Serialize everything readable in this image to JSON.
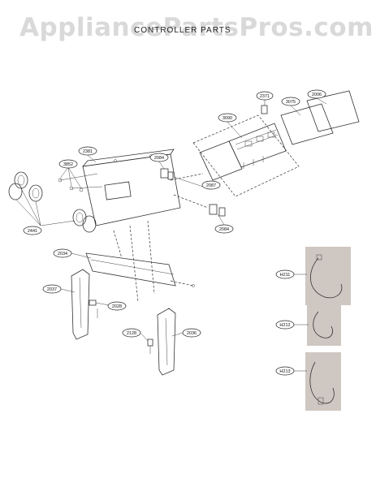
{
  "watermark": "AppliancePartsPros.com",
  "title": "CONTROLLER PARTS",
  "callouts": {
    "c2371": "2371",
    "c2006": "2006",
    "c3075": "3075",
    "c3090": "3090",
    "c2381": "2381",
    "c2084a": "2084",
    "c3852": "3852",
    "c2087": "2087",
    "c2441": "2441",
    "c2084b": "2084",
    "c2034": "2034",
    "c2037": "2037",
    "c2028": "2028",
    "c2128": "2128",
    "c2036": "2036",
    "cH211": "H211",
    "cH212": "H212",
    "cH213": "H213"
  }
}
